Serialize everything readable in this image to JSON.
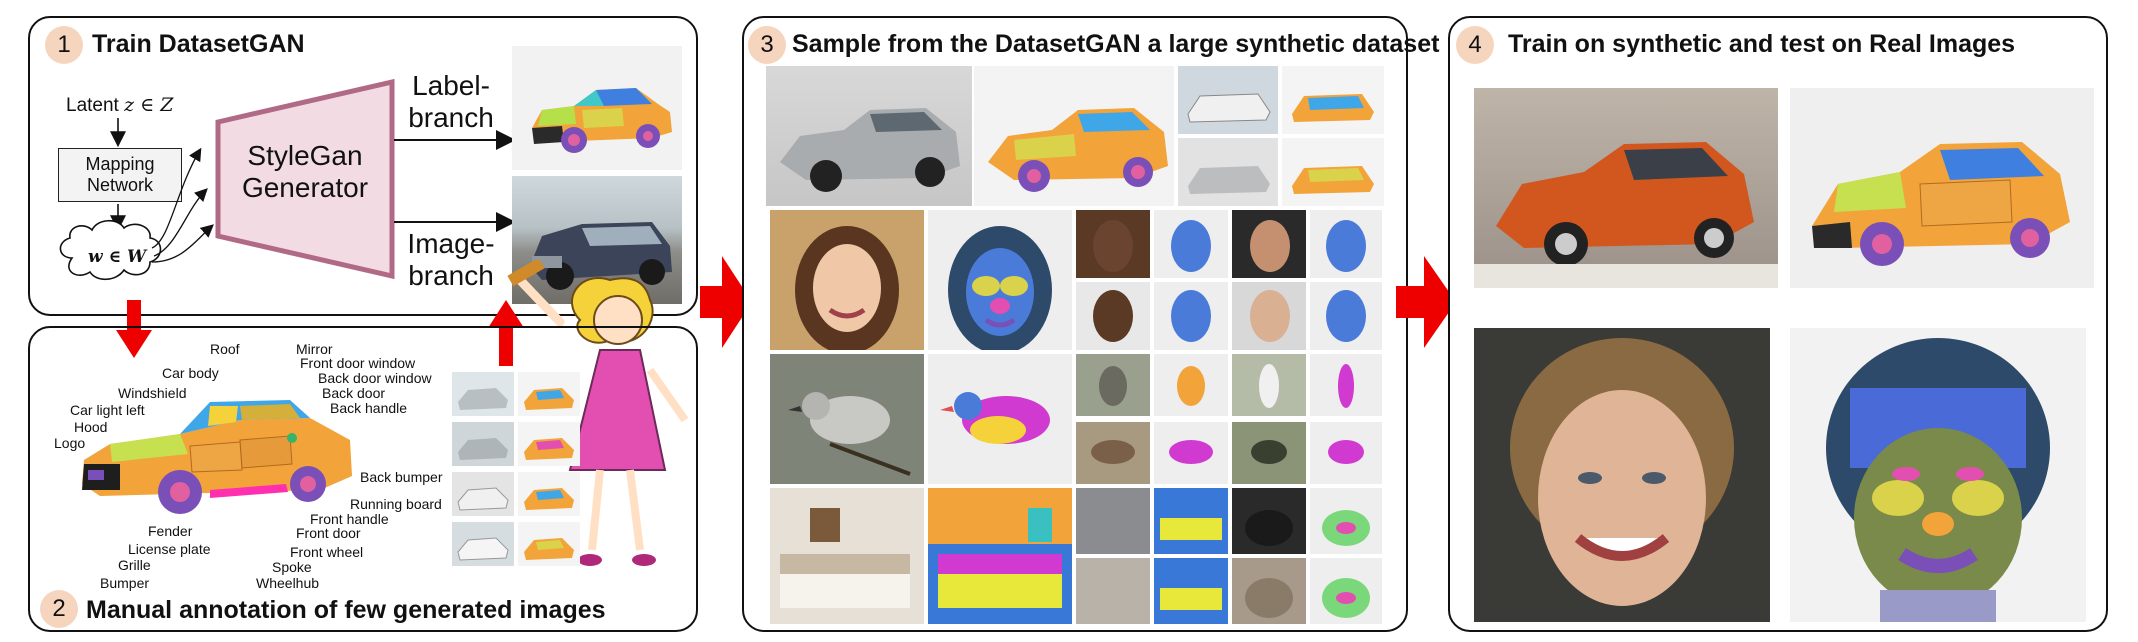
{
  "panel1": {
    "number": "1",
    "title": "Train DatasetGAN",
    "latent_prefix": "Latent ",
    "latent_math": "z ∈ Z",
    "mapping_network": "Mapping Network",
    "w_space": "w ∈ W",
    "generator": "StyleGan Generator",
    "label_branch": "Label-branch",
    "image_branch": "Image-branch"
  },
  "panel2": {
    "number": "2",
    "title": "Manual annotation of few generated images",
    "part_labels": [
      "Roof",
      "Mirror",
      "Front door window",
      "Back door window",
      "Back door",
      "Back handle",
      "Car body",
      "Windshield",
      "Car light left",
      "Hood",
      "Logo",
      "Back bumper",
      "Running board",
      "Front handle",
      "Front door",
      "Front wheel",
      "Spoke",
      "Wheelhub",
      "Fender",
      "License plate",
      "Grille",
      "Bumper"
    ]
  },
  "panel3": {
    "number": "3",
    "title": "Sample from the DatasetGAN a large synthetic dataset"
  },
  "panel4": {
    "number": "4",
    "title": "Train on synthetic and test on Real Images"
  },
  "colors": {
    "arrow": "#ee0000",
    "generator_fill": "#f3dbe3",
    "generator_stroke": "#b06a85",
    "number_badge": "#f6d5bf"
  }
}
